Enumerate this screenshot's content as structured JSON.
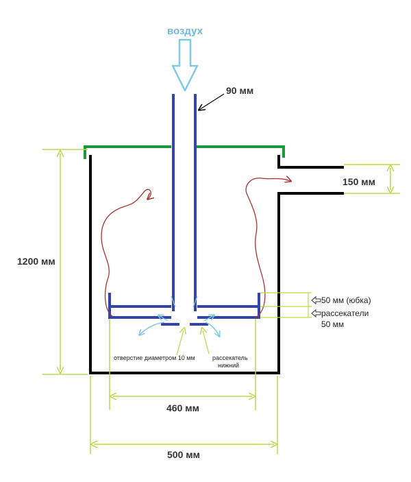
{
  "labels": {
    "air": "воздух",
    "pipe_diameter": "90 мм",
    "outlet_height": "150 мм",
    "height": "1200 мм",
    "skirt": "50 мм (юбка)",
    "dividers_line1": "рассекатели",
    "dividers_line2": "50 мм",
    "hole": "отверстие диаметром 10 мм",
    "lower_divider_line1": "рассекатель",
    "lower_divider_line2": "нижний",
    "inner_width": "460 мм",
    "outer_width": "500 мм"
  },
  "colors": {
    "body": "#000000",
    "lid": "#1a9a3a",
    "pipe": "#3344aa",
    "dimension": "#b9d94a",
    "air_arrow": "#7fc8e8",
    "airflow": "#a83232",
    "text": "#333333"
  }
}
